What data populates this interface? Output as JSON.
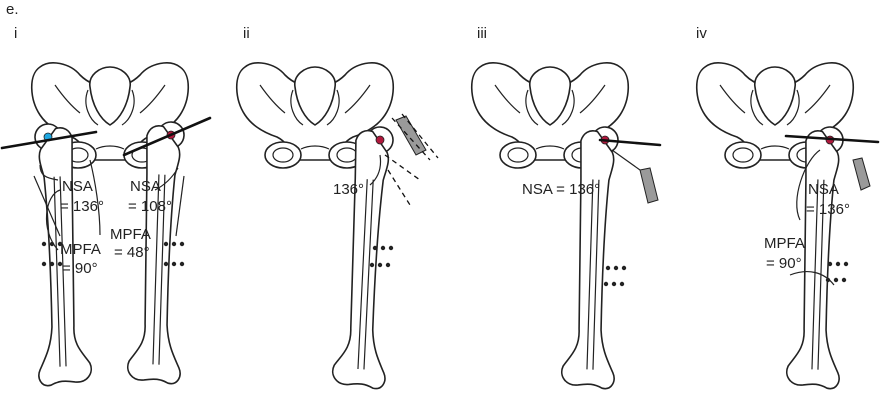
{
  "figure_label": "e.",
  "panels": [
    {
      "id": "i",
      "label": "i",
      "annotations": [
        "NSA",
        "= 136°",
        "NSA",
        "= 108°",
        "MPFA",
        "= 48°",
        "MPFA",
        "= 90°"
      ]
    },
    {
      "id": "ii",
      "label": "ii",
      "annotations": [
        "136°"
      ]
    },
    {
      "id": "iii",
      "label": "iii",
      "annotations": [
        "NSA = 136°"
      ]
    },
    {
      "id": "iv",
      "label": "iv",
      "annotations": [
        "NSA",
        "= 136°",
        "MPFA",
        "= 90°"
      ]
    }
  ],
  "colors": {
    "left_femoral_head_marker": "#1ea7e1",
    "right_femoral_head_marker": "#b0183c",
    "implant_fill": "#9a9a9a"
  }
}
